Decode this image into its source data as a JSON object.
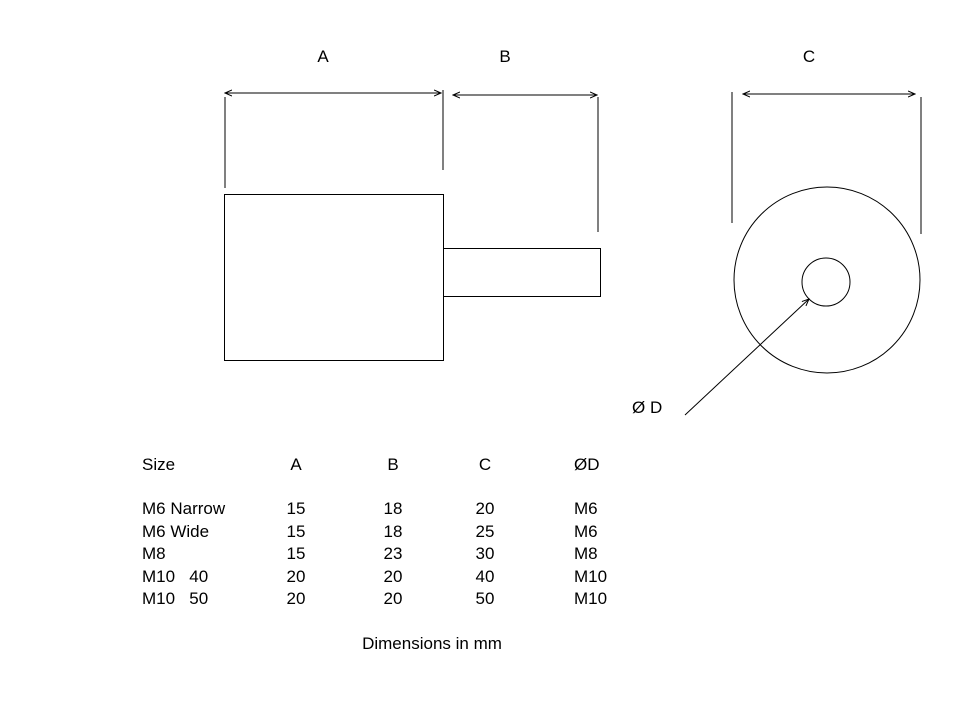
{
  "drawing": {
    "label_a": "A",
    "label_b": "B",
    "label_c": "C",
    "label_d": "Ø D"
  },
  "table": {
    "headers": [
      "Size",
      "A",
      "B",
      "C",
      "ØD"
    ],
    "rows": [
      [
        "M6 Narrow",
        "15",
        "18",
        "20",
        "M6"
      ],
      [
        "M6 Wide",
        "15",
        "18",
        "25",
        "M6"
      ],
      [
        "M8",
        "15",
        "23",
        "30",
        "M8"
      ],
      [
        "M10   40",
        "20",
        "20",
        "40",
        "M10"
      ],
      [
        "M10   50",
        "20",
        "20",
        "50",
        "M10"
      ]
    ]
  },
  "footer_note": "Dimensions in mm"
}
